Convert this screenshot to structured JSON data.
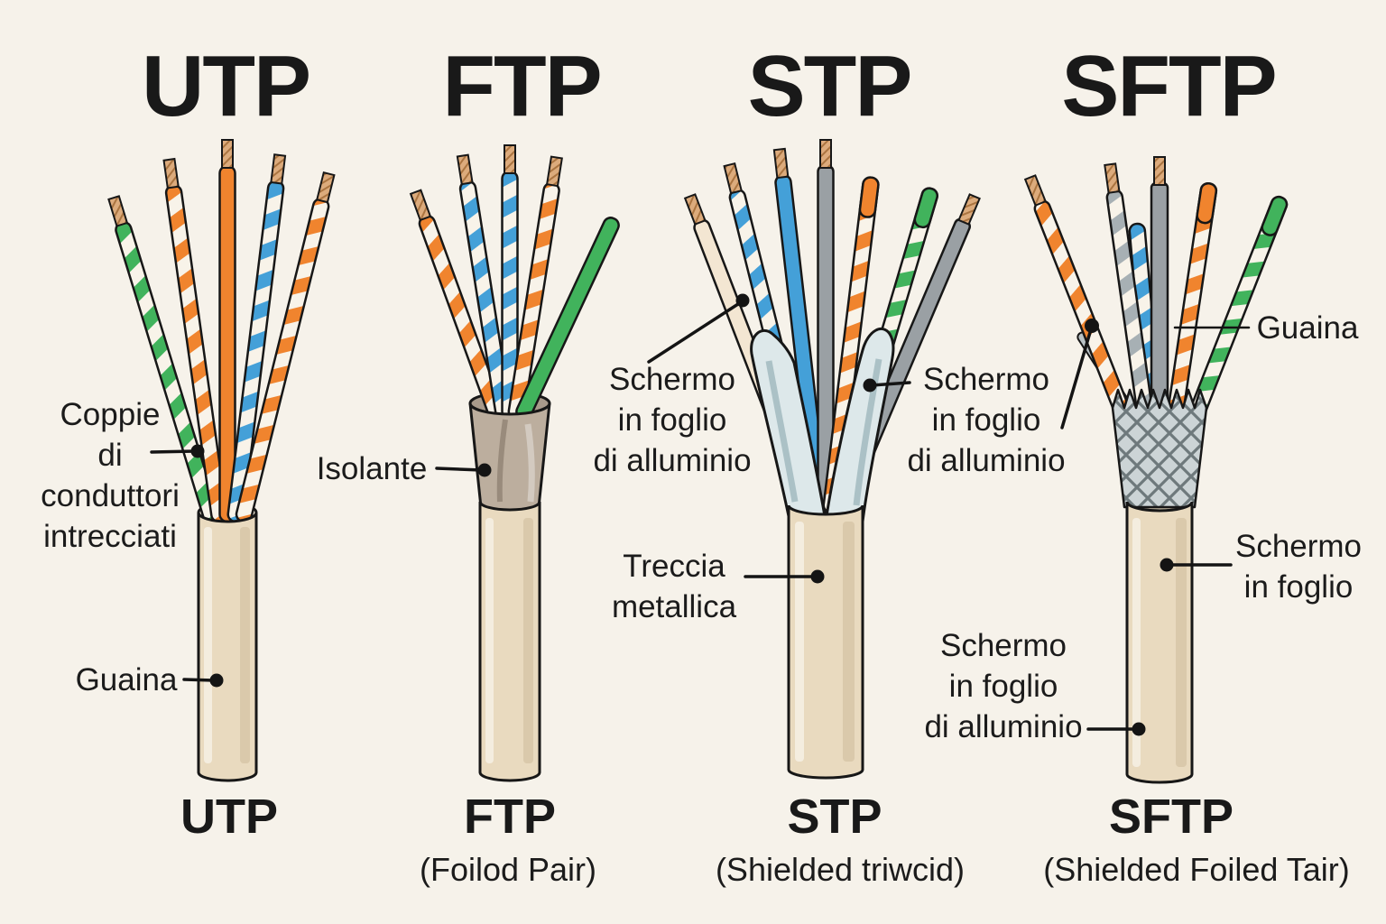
{
  "diagram": {
    "bg_color": "#f6f2ea",
    "text_color": "#1b1b1b",
    "colors": {
      "sheath": "#e9dabf",
      "sheath_rim": "#f3ead8",
      "ftp_foil": "#bcae9e",
      "stp_foil": "#dde8ea",
      "braid": "#ccd4d6",
      "copper": "#dcab7c",
      "wire_orange": "#f0842e",
      "wire_blue": "#44a0d8",
      "wire_green": "#41b35c",
      "wire_gray": "#9aa0a4",
      "wire_white": "#f8f3e9"
    }
  },
  "columns": [
    {
      "key": "utp",
      "title": "UTP",
      "caption": "UTP",
      "subcaption": ""
    },
    {
      "key": "ftp",
      "title": "FTP",
      "caption": "FTP",
      "subcaption": "(Foilod Pair)"
    },
    {
      "key": "stp",
      "title": "STP",
      "caption": "STP",
      "subcaption": "(Shielded triwcid)"
    },
    {
      "key": "sftp",
      "title": "SFTP",
      "caption": "SFTP",
      "subcaption": "(Shielded Foiled Tair)"
    }
  ],
  "annotations": {
    "utp_twisted_pairs": {
      "lines": [
        "Coppie",
        "di",
        "conduttori",
        "intrecciati"
      ]
    },
    "utp_guaina": {
      "text": "Guaina"
    },
    "ftp_isolante": {
      "text": "Isolante"
    },
    "stp_foil_left": {
      "lines": [
        "Schermo",
        "in foglio",
        "di alluminio"
      ]
    },
    "stp_sftp_foil_right": {
      "lines": [
        "Schermo",
        "in foglio",
        "di alluminio"
      ]
    },
    "stp_treccia": {
      "lines": [
        "Treccia",
        "metallica"
      ]
    },
    "sftp_guaina": {
      "text": "Guaina"
    },
    "sftp_schermo_foglio": {
      "lines": [
        "Schermo",
        "in foglio"
      ]
    },
    "sftp_schermo_alluminio": {
      "lines": [
        "Schermo",
        "in foglio",
        "di alluminio"
      ]
    }
  }
}
